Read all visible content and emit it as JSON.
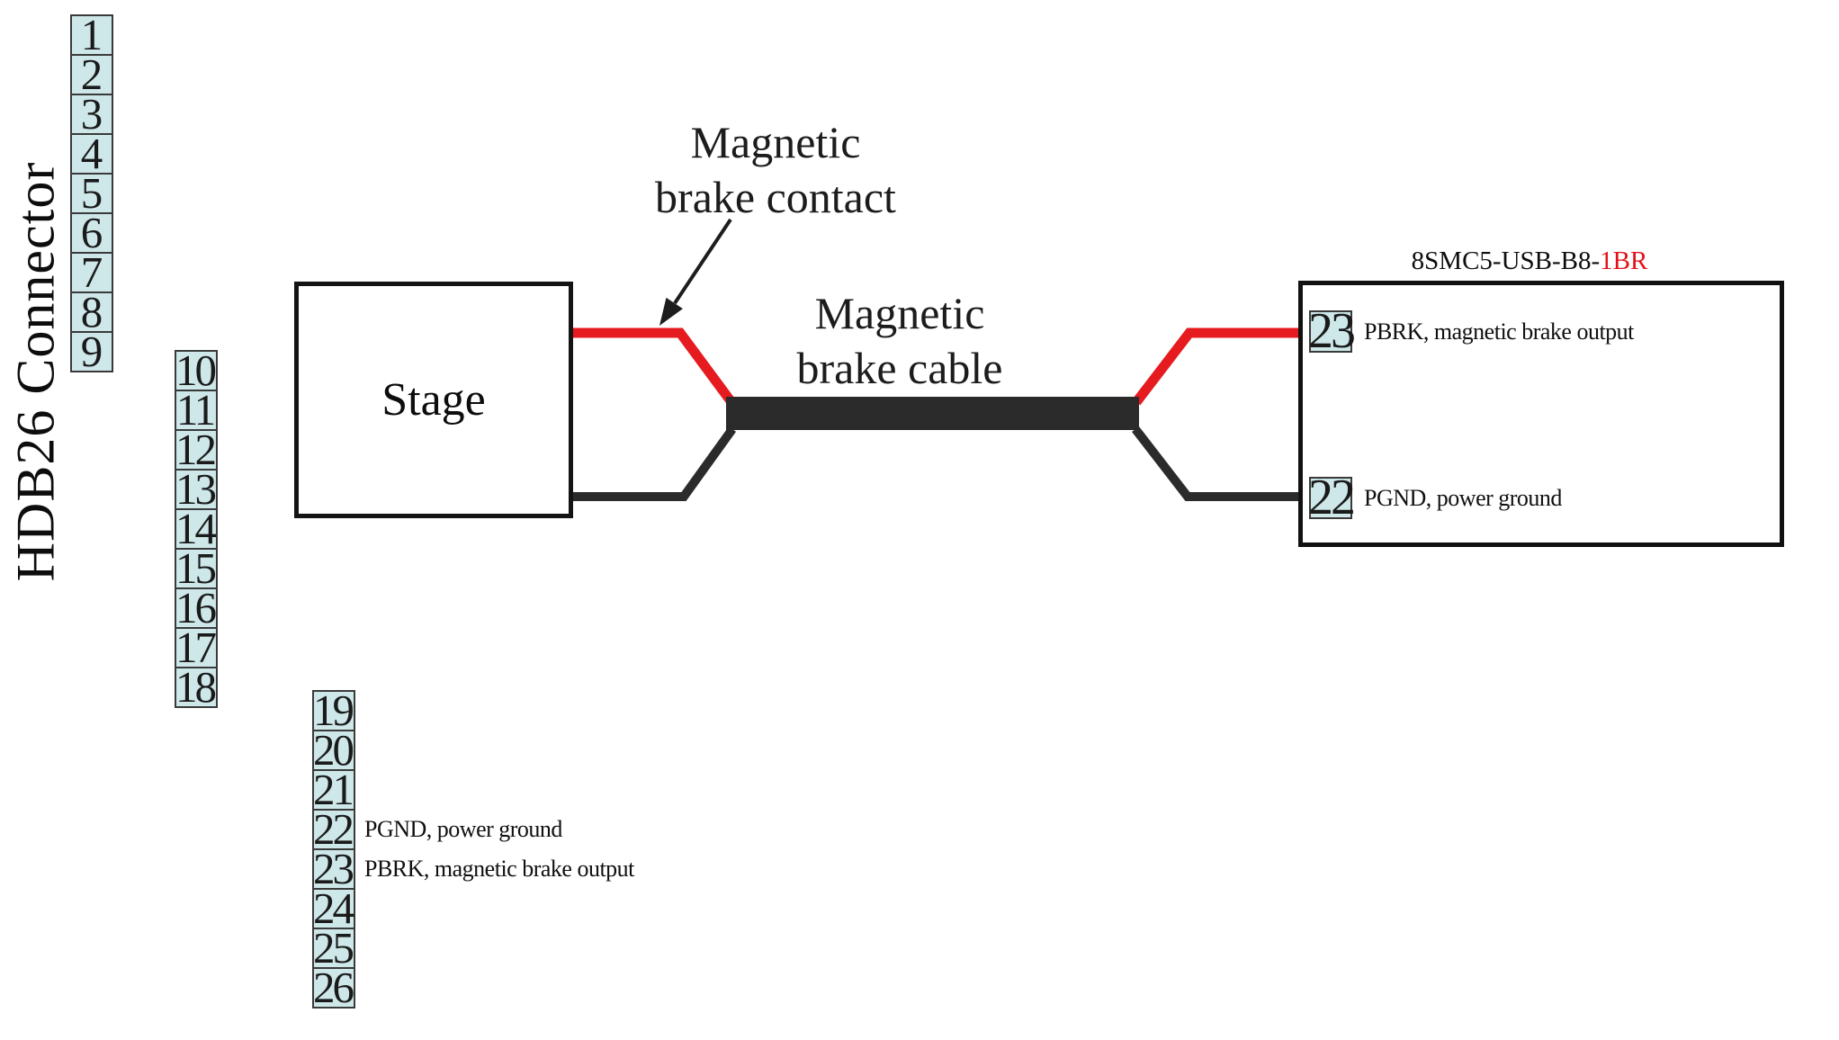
{
  "connector": {
    "label": "HDB26 Connector"
  },
  "stage": {
    "label": "Stage"
  },
  "annotations": {
    "brake_contact": {
      "line1": "Magnetic",
      "line2": "brake contact"
    },
    "brake_cable": {
      "line1": "Magnetic",
      "line2": "brake cable"
    }
  },
  "controller": {
    "title_model": "8SMC5-USB-B8-",
    "title_suffix": "1BR",
    "pins": [
      {
        "n": "23",
        "label": "PBRK, magnetic brake output"
      },
      {
        "n": "22",
        "label": "PGND, power ground"
      }
    ]
  },
  "pin_columns": [
    {
      "pins": [
        {
          "n": "1"
        },
        {
          "n": "2"
        },
        {
          "n": "3"
        },
        {
          "n": "4"
        },
        {
          "n": "5"
        },
        {
          "n": "6"
        },
        {
          "n": "7"
        },
        {
          "n": "8"
        },
        {
          "n": "9"
        }
      ]
    },
    {
      "pins": [
        {
          "n": "10"
        },
        {
          "n": "11"
        },
        {
          "n": "12"
        },
        {
          "n": "13"
        },
        {
          "n": "14"
        },
        {
          "n": "15"
        },
        {
          "n": "16"
        },
        {
          "n": "17"
        },
        {
          "n": "18"
        }
      ]
    },
    {
      "pins": [
        {
          "n": "19"
        },
        {
          "n": "20"
        },
        {
          "n": "21"
        },
        {
          "n": "22",
          "label": "PGND, power ground"
        },
        {
          "n": "23",
          "label": "PBRK, magnetic brake output"
        },
        {
          "n": "24"
        },
        {
          "n": "25"
        },
        {
          "n": "26"
        }
      ]
    }
  ],
  "colors": {
    "wire_red": "#e61b20",
    "wire_dark": "#2b2b2b",
    "pin_fill": "#cee7e9",
    "title_suffix_red": "#e31219",
    "arrow_black": "#1d1d1d"
  }
}
